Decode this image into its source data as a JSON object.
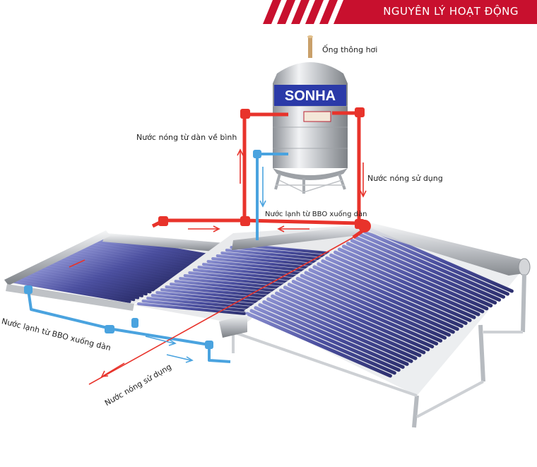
{
  "header": {
    "title": "NGUYÊN LÝ HOẠT ĐỘNG"
  },
  "tank": {
    "brand": "SONHA"
  },
  "labels": {
    "vent_pipe": "Ống thông hơi",
    "hot_return": "Nước nóng từ dàn về bình",
    "hot_use_top": "Nước nóng sử dụng",
    "cold_to_rack_top": "Nước lạnh từ BBO xuống dàn",
    "cold_to_rack_left": "Nước lạnh từ BBO xuống dàn",
    "hot_use_bottom": "Nước nóng sử dụng"
  },
  "colors": {
    "hot": "#e8332b",
    "cold": "#4aa3df",
    "banner": "#c8102e",
    "tube": "#5b5fb0"
  }
}
